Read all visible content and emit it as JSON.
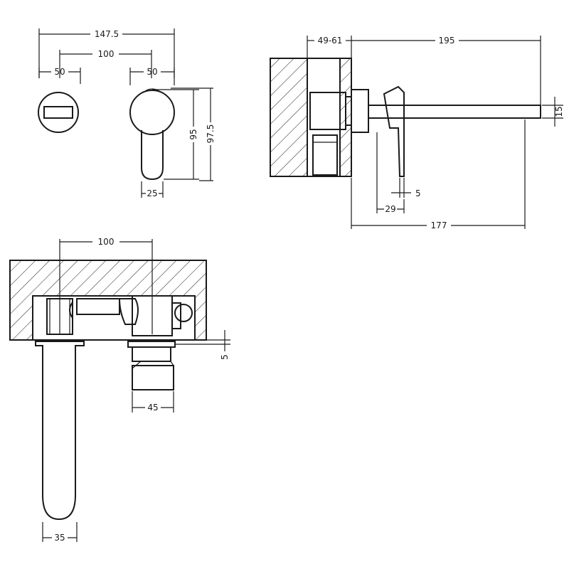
{
  "dimensions": {
    "top_overall_width": "147.5",
    "top_centers": "100",
    "top_left_width": "50",
    "top_right_width": "50",
    "handle_height": "95",
    "overall_height": "97.5",
    "lever_width": "25",
    "wall_depth": "49-61",
    "spout_projection": "195",
    "spout_thickness": "15",
    "plate_thickness": "5",
    "lever_offset": "29",
    "spout_reach": "177",
    "plan_centers": "100",
    "plan_gap": "5",
    "valve_width": "45",
    "spout_width": "35"
  }
}
